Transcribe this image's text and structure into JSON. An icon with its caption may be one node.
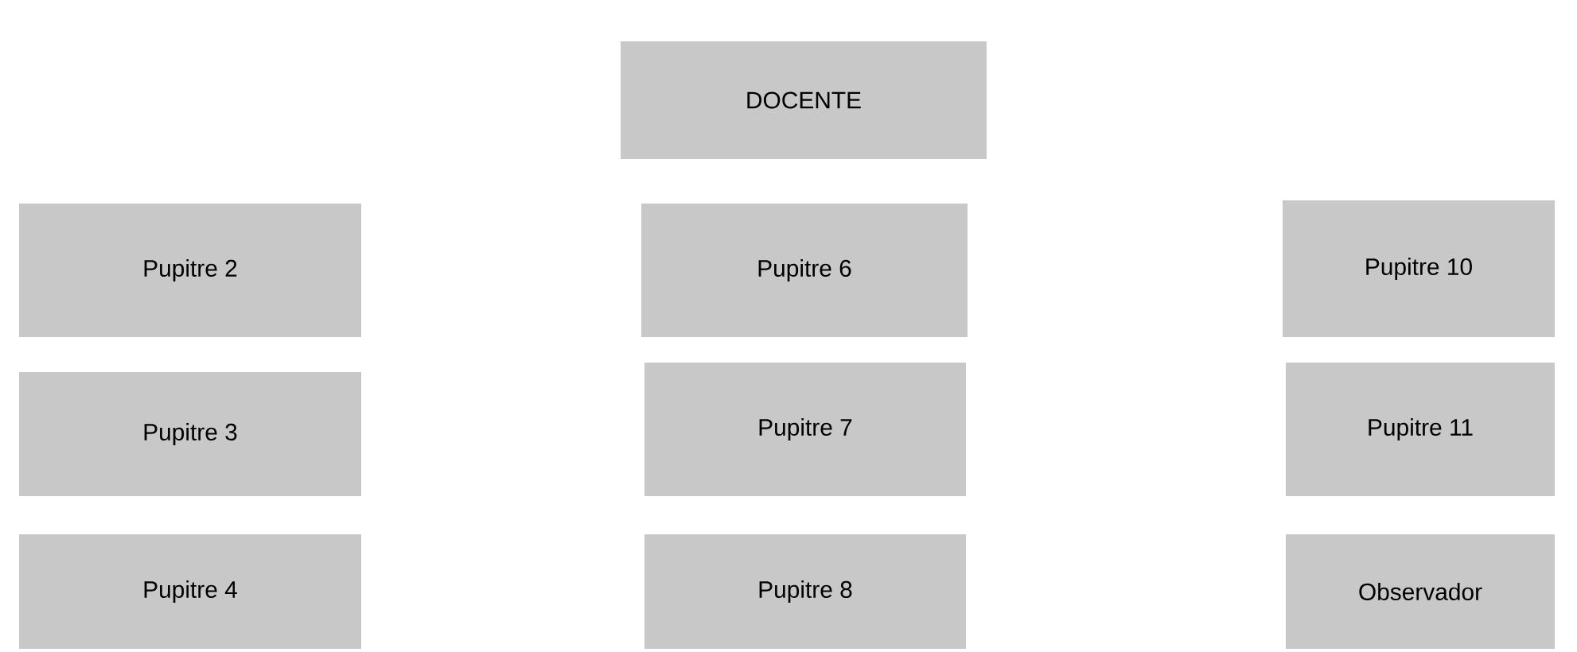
{
  "diagram": {
    "nodes": [
      {
        "text": [
          "DOCENTE"
        ]
      },
      {
        "text": [
          "Pupitre 2"
        ]
      },
      {
        "text": [
          "Pupitre 6"
        ]
      },
      {
        "text": [
          "Pupitre 10"
        ]
      },
      {
        "text": [
          "Pupitre 3"
        ]
      },
      {
        "text": [
          "Pupitre 7"
        ]
      },
      {
        "text": [
          "Pupitre 11"
        ]
      },
      {
        "text": [
          "Pupitre 4"
        ]
      },
      {
        "text": [
          "Pupitre 8"
        ]
      },
      {
        "text": [
          "Observador"
        ]
      }
    ]
  }
}
